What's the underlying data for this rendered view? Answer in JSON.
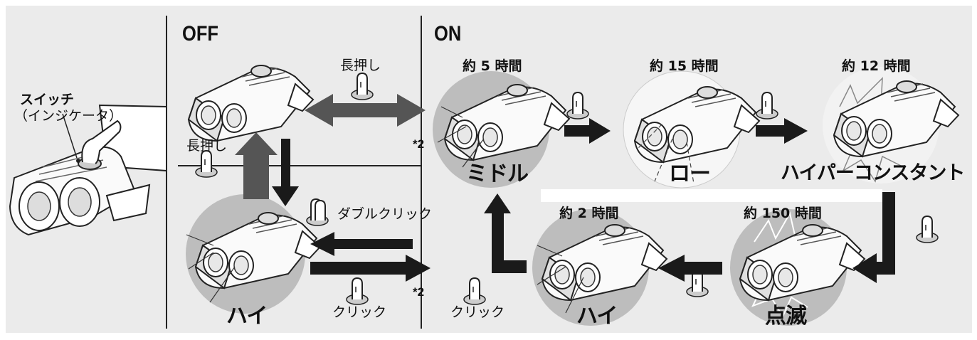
{
  "switch": {
    "title": "スイッチ",
    "subtitle": "（インジケータ）"
  },
  "sections": {
    "off": "OFF",
    "on": "ON"
  },
  "gestures": {
    "long_press": "長押し",
    "long_press_2": "長押し",
    "double_click": "ダブルクリック",
    "click": "クリック",
    "click_2": "クリック"
  },
  "note_mark": "*2",
  "modes": {
    "off_high": "ハイ",
    "middle": "ミドル",
    "low": "ロー",
    "high_constant": "ハイパーコンスタント",
    "blink": "点滅",
    "high": "ハイ"
  },
  "times": {
    "middle": "約 5 時間",
    "low": "約 15 時間",
    "high_constant": "約 12 時間",
    "blink": "約 150 時間",
    "high": "約 2 時間"
  },
  "colors": {
    "background": "#ebebeb",
    "arrow_dark": "#1a1a1a",
    "arrow_gray": "#555555"
  }
}
